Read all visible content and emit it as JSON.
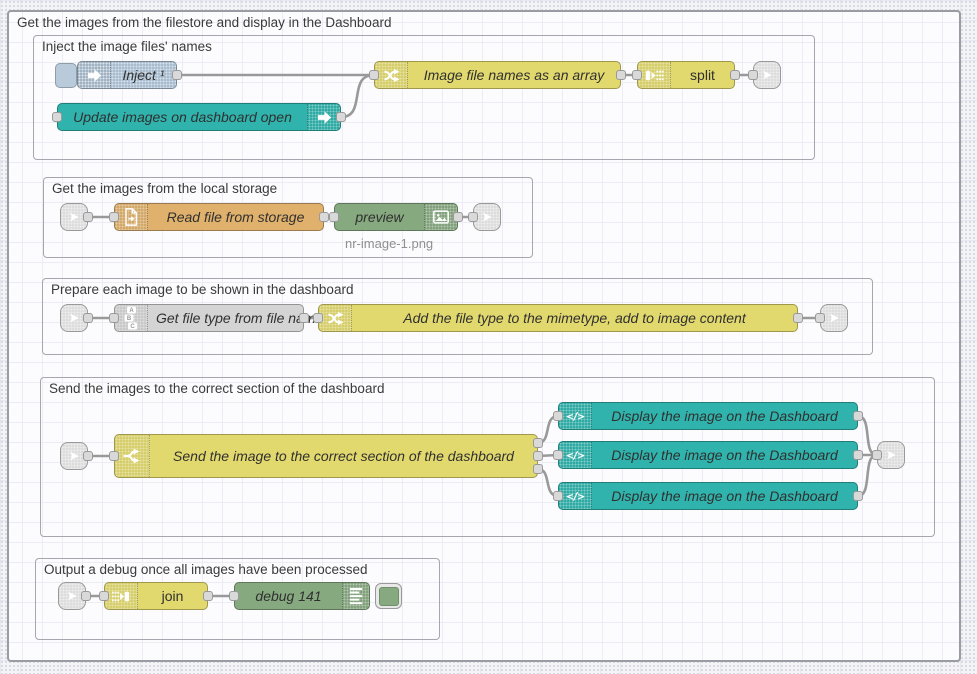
{
  "palette": {
    "inject_blue": "#a6bbcf",
    "ui_teal": "#2fb3ac",
    "function_yellow": "#e2d96e",
    "file_orange": "#dfb16c",
    "string_gray": "#d4d4d4",
    "debug_green": "#87a980",
    "link_gray": "#dcdcdc",
    "wire_gray": "#999999"
  },
  "outer_group": {
    "label": "Get the images from the filestore and display in the Dashboard"
  },
  "groups": [
    {
      "label": "Inject the image files' names"
    },
    {
      "label": "Get the images from the local storage"
    },
    {
      "label": "Prepare each image to be shown in the dashboard"
    },
    {
      "label": "Send the images to the correct section of the dashboard"
    },
    {
      "label": "Output a debug once all images have been processed"
    }
  ],
  "nodes": {
    "inject": {
      "label": "Inject ¹"
    },
    "ui_event": {
      "label": "Update images on dashboard open"
    },
    "change_array": {
      "label": "Image file names as an array"
    },
    "split": {
      "label": "split"
    },
    "file_read": {
      "label": "Read file from storage"
    },
    "preview": {
      "label": "preview",
      "status": "nr-image-1.png"
    },
    "get_file_type": {
      "label": "Get file type from file name"
    },
    "change_mimetype": {
      "label": "Add the file type to the mimetype, add to image content"
    },
    "switch_send": {
      "label": "Send the image to the correct section of the dashboard"
    },
    "display1": {
      "label": "Display the image on the Dashboard"
    },
    "display2": {
      "label": "Display the image on the Dashboard"
    },
    "display3": {
      "label": "Display the image on the Dashboard"
    },
    "join": {
      "label": "join"
    },
    "debug": {
      "label": "debug 141"
    }
  }
}
